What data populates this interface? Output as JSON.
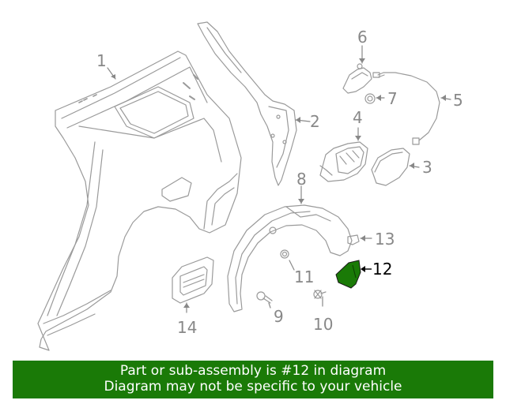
{
  "callouts": [
    {
      "id": "1",
      "label": "1",
      "color": "#888888"
    },
    {
      "id": "2",
      "label": "2",
      "color": "#888888"
    },
    {
      "id": "3",
      "label": "3",
      "color": "#888888"
    },
    {
      "id": "4",
      "label": "4",
      "color": "#888888"
    },
    {
      "id": "5",
      "label": "5",
      "color": "#888888"
    },
    {
      "id": "6",
      "label": "6",
      "color": "#888888"
    },
    {
      "id": "7",
      "label": "7",
      "color": "#888888"
    },
    {
      "id": "8",
      "label": "8",
      "color": "#888888"
    },
    {
      "id": "9",
      "label": "9",
      "color": "#888888"
    },
    {
      "id": "10",
      "label": "10",
      "color": "#888888"
    },
    {
      "id": "11",
      "label": "11",
      "color": "#888888"
    },
    {
      "id": "12",
      "label": "12",
      "color": "#000000"
    },
    {
      "id": "13",
      "label": "13",
      "color": "#888888"
    },
    {
      "id": "14",
      "label": "14",
      "color": "#888888"
    }
  ],
  "highlight": {
    "part": "12",
    "fill": "#1a7a07"
  },
  "banner": {
    "line1": "Part or sub-assembly is #12 in diagram",
    "line2": "Diagram may not be specific to your vehicle",
    "background": "#1a7a07"
  }
}
